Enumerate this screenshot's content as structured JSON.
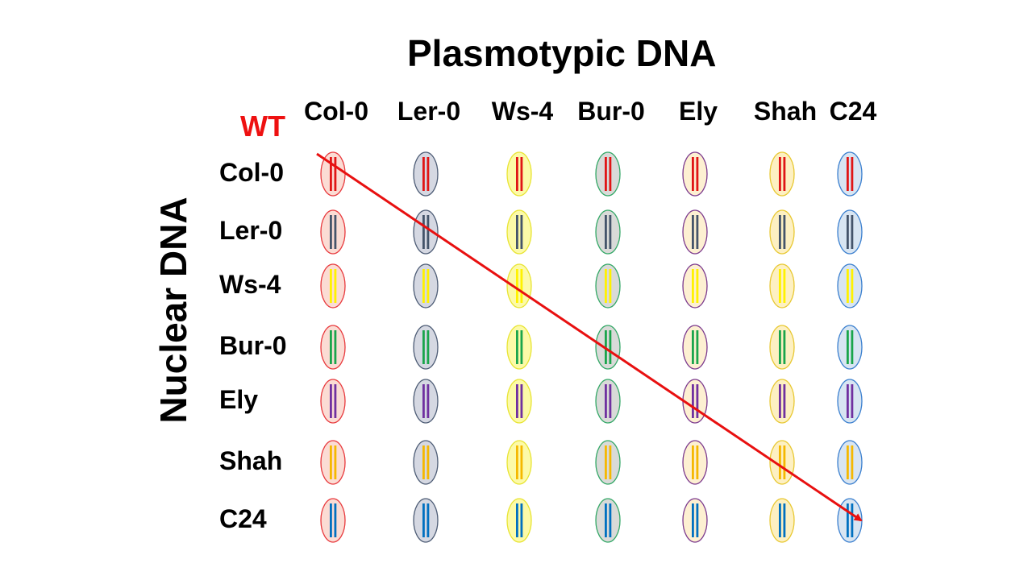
{
  "title": "Plasmotypic DNA",
  "y_axis_label": "Nuclear DNA",
  "wt_label": "WT",
  "wt_color": "#ee1111",
  "arrow_color": "#e81010",
  "columns": [
    {
      "label": "Col-0",
      "fill": "#fbdcd4",
      "stroke": "#e8393d"
    },
    {
      "label": "Ler-0",
      "fill": "#d5d8e2",
      "stroke": "#4d5c75"
    },
    {
      "label": "Ws-4",
      "fill": "#fcfaa8",
      "stroke": "#e8e432"
    },
    {
      "label": "Bur-0",
      "fill": "#d9dad8",
      "stroke": "#33a866"
    },
    {
      "label": "Ely",
      "fill": "#fdf0d2",
      "stroke": "#7c3a8e"
    },
    {
      "label": "Shah",
      "fill": "#fdf0c2",
      "stroke": "#e8c832"
    },
    {
      "label": "C24",
      "fill": "#d8e5f2",
      "stroke": "#3a7fcf"
    }
  ],
  "rows": [
    {
      "label": "Col-0",
      "bar_color": "#e01515"
    },
    {
      "label": "Ler-0",
      "bar_color": "#44546a"
    },
    {
      "label": "Ws-4",
      "bar_color": "#fff200"
    },
    {
      "label": "Bur-0",
      "bar_color": "#1aa54b"
    },
    {
      "label": "Ely",
      "bar_color": "#7030a0"
    },
    {
      "label": "Shah",
      "bar_color": "#f5b800"
    },
    {
      "label": "C24",
      "bar_color": "#0070c0"
    }
  ]
}
